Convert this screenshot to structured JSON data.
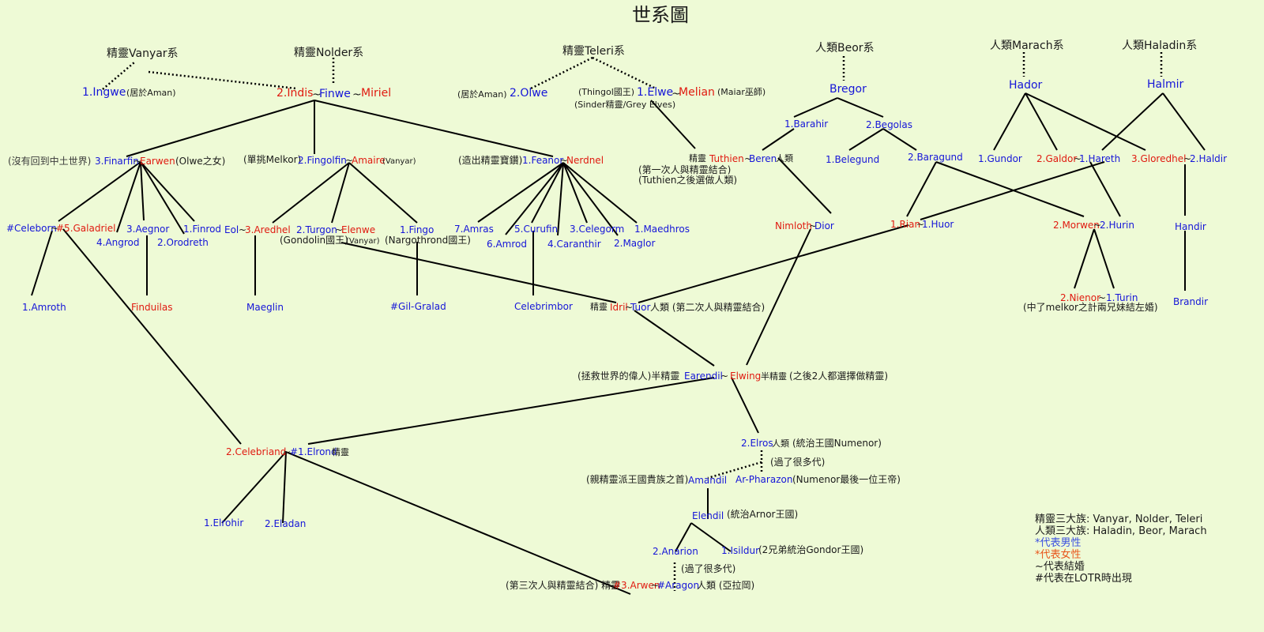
{
  "title": "世系圖",
  "colors": {
    "male": "#1515d8",
    "female": "#e01a10",
    "text": "#1a1a1a",
    "background": "#eefad6"
  },
  "lineages": {
    "vanyar": "精靈Vanyar系",
    "noldor": "精靈Nolder系",
    "teleri": "精靈Teleri系",
    "beor": "人類Beor系",
    "marach": "人類Marach系",
    "haladin": "人類Haladin系"
  },
  "people": {
    "ingwe": "1.Ingwe",
    "ingwe_note": "(居於Aman)",
    "indis": "2.Indis",
    "tilde1": "~",
    "finwe": "Finwe",
    "tilde2": "~",
    "miriel": "Miriel",
    "olwe_note": "(居於Aman)",
    "olwe": "2.Olwe",
    "thingol_note": "(Thingol國王)",
    "elwe": "1.Elwe",
    "tilde3": "~",
    "melian": "Melian",
    "melian_note": "(Maiar巫師)",
    "sinder_note": "(Sinder精靈/Grey Elves)",
    "bregor": "Bregor",
    "barahir": "1.Barahir",
    "begolas": "2.Begolas",
    "belegund": "1.Belegund",
    "baragund": "2.Baragund",
    "hador": "Hador",
    "halmir": "Halmir",
    "gundor": "1.Gundor",
    "galdor": "2.Galdor",
    "tilde4": "~",
    "hareth": "1.Hareth",
    "gloredhel": "3.Gloredhel",
    "tilde5": "~",
    "haldir": "2.Haldir",
    "finarfin_note": "(沒有回到中土世界)",
    "finarfin": "3.Finarfin",
    "tilde6": "~",
    "earwen": "Earwen",
    "earwen_note": "(Olwe之女)",
    "fingolfin_note": "(單挑Melkor)",
    "fingolfin": "2.Fingolfin",
    "tilde7": "~",
    "anaire": "Amaire",
    "anaire_note": "(Vanyar)",
    "feanor_note": "(造出精靈寶鑽)",
    "feanor": "1.Feanor",
    "tilde8": "~",
    "nerdanel": "Nerdnel",
    "tuthien_prefix": "精靈",
    "tuthien": "Tuthien",
    "tilde9": "~",
    "beren": "Beren",
    "beren_suffix": "人類",
    "union1_note": "(第一次人與精靈結合)",
    "union1_note2": "(Tuthien之後選做人類)",
    "celeborn": "#Celeborn",
    "tilde10": "~",
    "galadriel": "#5.Galadriel",
    "angrod": "4.Angrod",
    "aegnor": "3.Aegnor",
    "finrod": "1.Finrod",
    "orodreth": "2.Orodreth",
    "eol": "Eol",
    "tilde11": "~",
    "aredhel": "3.Aredhel",
    "turgon": "2.Turgon",
    "tilde12": "~",
    "elenwe": "Elenwe",
    "turgon_note": "(Gondolin國王)",
    "elenwe_note": "(Vanyar)",
    "fingon": "1.Fingo",
    "fingon_note": "(Nargothrond國王)",
    "amras": "7.Amras",
    "curufin": "5.Curufin",
    "celegorm": "3.Celegorm",
    "maedhros": "1.Maedhros",
    "amrod": "6.Amrod",
    "caranthir": "4.Caranthir",
    "maglor": "2.Maglor",
    "nimloth": "Nimloth",
    "tilde13": "~",
    "dior": "Dior",
    "rian": "1.Rian",
    "tilde14": "~",
    "huor": "1.Huor",
    "morwen": "2.Morwen",
    "tilde15": "~",
    "hurin": "2.Hurin",
    "handir": "Handir",
    "amroth": "1.Amroth",
    "finduilas": "Finduilas",
    "maeglin": "Maeglin",
    "gilgalad": "#Gil-Gralad",
    "celebrimbor": "Celebrimbor",
    "idril_prefix": "精靈",
    "idril": "Idril",
    "tilde16": "~",
    "tuor": "Tuor",
    "tuor_suffix": "人類 (第二次人與精靈結合)",
    "nienor": "2.Nienor",
    "tilde17": "~",
    "turin": "1.Turin",
    "nienor_note": "(中了melkor之計兩兄妹結左婚)",
    "brandir": "Brandir",
    "earendil_note": "(拯救世界的偉人)半精靈",
    "earendil": "Earendil",
    "tilde18": "~",
    "elwing": "Elwing",
    "elwing_suffix": "半精靈",
    "earendil_after": "(之後2人都選擇做精靈)",
    "celebrian": "2.Celebriand",
    "tilde19": "~",
    "elrond": "#1.Elrond",
    "elrond_suffix": "精靈",
    "elros": "2.Elros",
    "elros_suffix": "人類",
    "elros_note": "(統治王國Numenor)",
    "many_gen1": "(過了很多代)",
    "amandil_note": "(親精靈派王國貴族之首)",
    "amandil": "Amandil",
    "pharazon": "Ar-Pharazon",
    "pharazon_note": "(Numenor最後一位王帝)",
    "elendil": "Elendil",
    "elendil_note": "(統治Arnor王國)",
    "anarion": "2.Anarion",
    "isildur": "1.Isildur",
    "isildur_note": "(2兄弟統治Gondor王國)",
    "many_gen2": "(過了很多代)",
    "elrohir": "1.Elrohir",
    "elladan": "2.Eladan",
    "arwen_note": "(第三次人與精靈結合) 精靈",
    "arwen": "#3.Arwen",
    "tilde20": "~",
    "aragorn": "#Aragon",
    "aragorn_suffix": "人類 (亞拉岡)"
  },
  "legend": {
    "elf_houses": "精靈三大族: Vanyar, Nolder, Teleri",
    "men_houses": "人類三大族: Haladin, Beor, Marach",
    "male": "*代表男性",
    "female": "*代表女性",
    "marriage": "~代表結婚",
    "lotr": "#代表在LOTR時出現"
  }
}
